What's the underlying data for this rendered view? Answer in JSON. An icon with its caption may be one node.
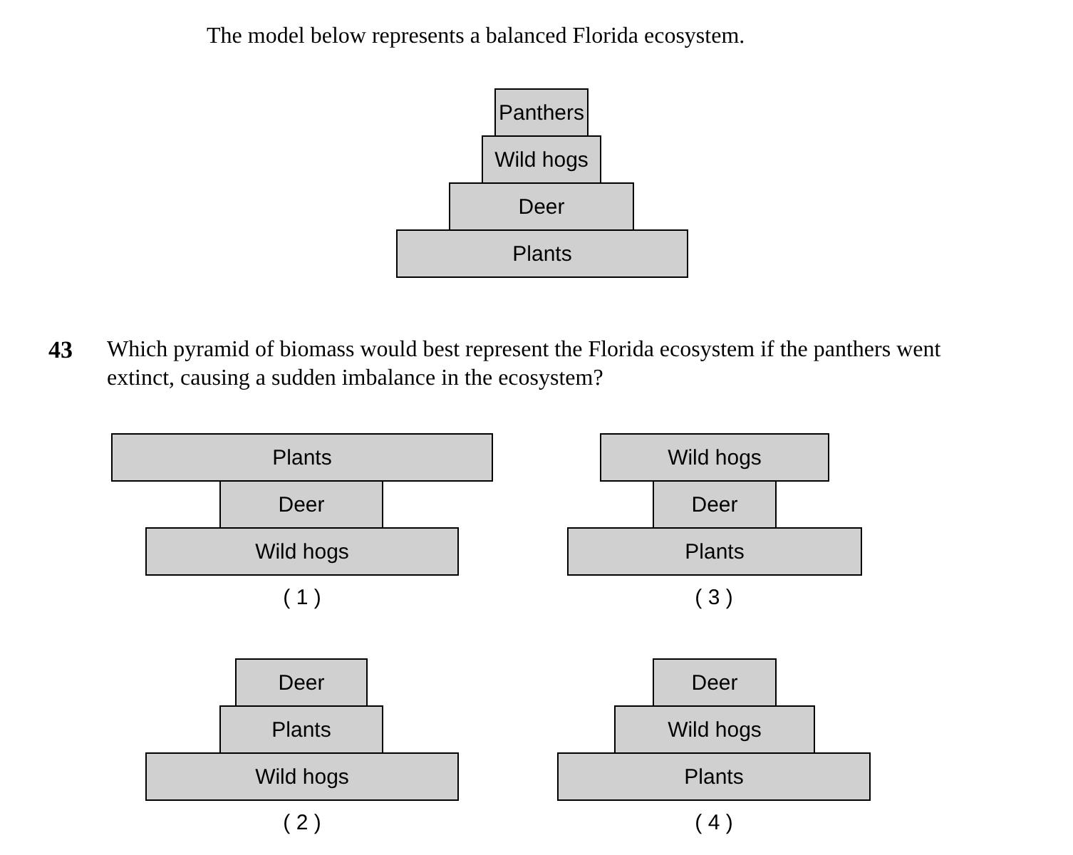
{
  "diagram": {
    "nodes": [
      {
        "text": [
          "Panthers"
        ]
      },
      {
        "text": [
          "Wild hogs"
        ]
      },
      {
        "text": [
          "Deer"
        ]
      },
      {
        "text": [
          "Plants"
        ]
      },
      {
        "text": [
          "Plants"
        ]
      },
      {
        "text": [
          "Deer"
        ]
      },
      {
        "text": [
          "Wild hogs"
        ]
      },
      {
        "text": [
          "Wild hogs"
        ]
      },
      {
        "text": [
          "Deer"
        ]
      },
      {
        "text": [
          "Plants"
        ]
      },
      {
        "text": [
          "Deer"
        ]
      },
      {
        "text": [
          "Plants"
        ]
      },
      {
        "text": [
          "Wild hogs"
        ]
      },
      {
        "text": [
          "Deer"
        ]
      },
      {
        "text": [
          "Wild hogs"
        ]
      },
      {
        "text": [
          "Plants"
        ]
      }
    ],
    "edges": [],
    "labels": [
      "The model below represents a balanced Florida ecosystem.",
      "43",
      "Which pyramid of biomass would best represent the Florida ecosystem if the panthers went extinct, causing a sudden imbalance in the ecosystem?",
      "( 1 )",
      "( 3 )",
      "( 2 )",
      "( 4 )"
    ]
  }
}
